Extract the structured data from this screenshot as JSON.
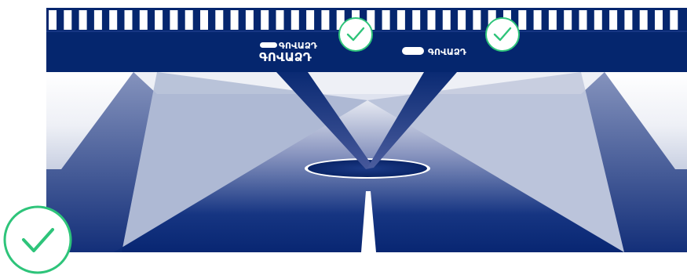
{
  "colors": {
    "navy": "#05266e",
    "navy_mid": "#1d3a82",
    "road_light": "#dfe3ef",
    "white": "#ffffff",
    "check_green": "#2ec47a"
  },
  "signs": {
    "left": {
      "small_label": "ԳՈՎԱՁԴ",
      "big_label": "ԳՈՎԱՁԴ",
      "pill_icon": "pill-indicator-icon",
      "status_icon": "check-circle-icon"
    },
    "right": {
      "small_label": "ԳՈՎԱՁԴ",
      "pill_icon": "pill-indicator-icon",
      "status_icon": "check-circle-icon"
    }
  },
  "badge": {
    "icon": "check-circle-icon"
  }
}
